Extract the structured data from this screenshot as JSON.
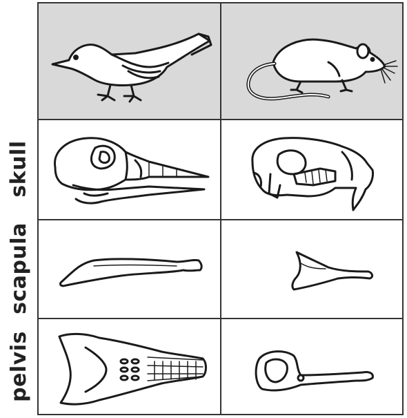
{
  "rows": [
    {
      "label": ""
    },
    {
      "label": "skull"
    },
    {
      "label": "scapula"
    },
    {
      "label": "pelvis"
    }
  ],
  "columns": [
    {
      "animal_icon": "bird-icon"
    },
    {
      "animal_icon": "mouse-icon"
    }
  ],
  "colors": {
    "header_bg": "#d9d9d9",
    "line": "#333333"
  }
}
